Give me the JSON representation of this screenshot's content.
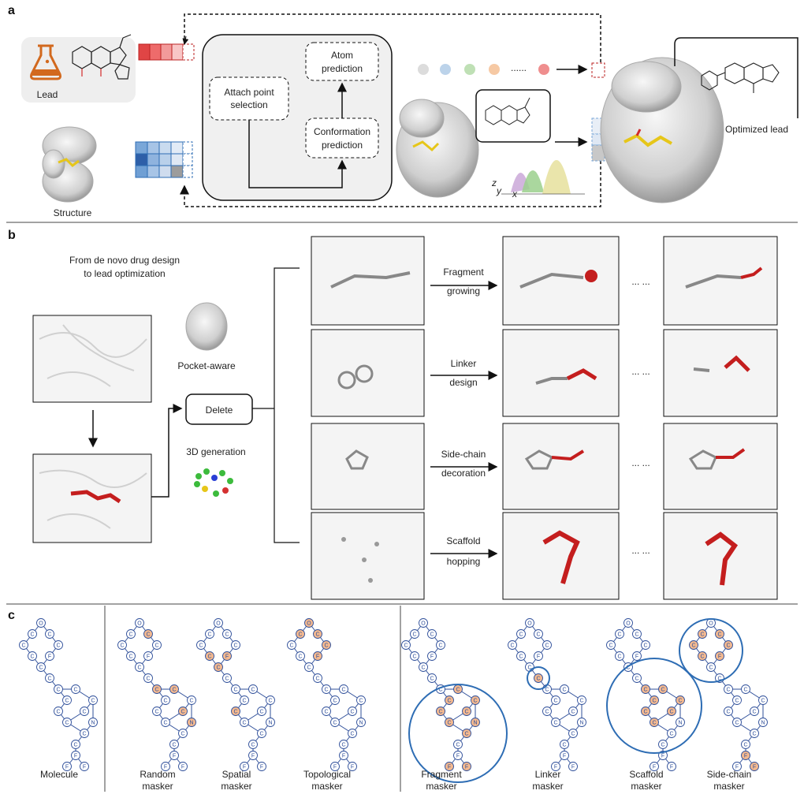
{
  "panels": {
    "a": "a",
    "b": "b",
    "c": "c"
  },
  "panel_a": {
    "lead_label": "Lead",
    "structure_label": "Structure",
    "optimized_label": "Optimized lead",
    "attach_label": "Attach point selection",
    "attach_line1": "Attach point",
    "attach_line2": "selection",
    "atom_line1": "Atom",
    "atom_line2": "prediction",
    "conf_line1": "Conformation",
    "conf_line2": "prediction",
    "dots": "......",
    "axis_z": "z",
    "axis_y": "y",
    "axis_x": "x",
    "token_colors": [
      "#dcdcdc",
      "#bcd3ea",
      "#bfe0b5",
      "#f6c9a4",
      "#ef8e8e"
    ],
    "red": "#d42a2a",
    "blue": "#2e6db4"
  },
  "panel_b": {
    "intro_line1": "From de novo drug design",
    "intro_line2": "to lead optimization",
    "pocket_label": "Pocket-aware",
    "delete_label": "Delete",
    "gen3d_label": "3D generation",
    "tasks": [
      {
        "line1": "Fragment",
        "line2": "growing"
      },
      {
        "line1": "Linker",
        "line2": "design"
      },
      {
        "line1": "Side-chain",
        "line2": "decoration"
      },
      {
        "line1": "Scaffold",
        "line2": "hopping"
      }
    ],
    "ellipsis": "... ..."
  },
  "panel_c": {
    "maskers": [
      {
        "line1": "Molecule",
        "line2": ""
      },
      {
        "line1": "Random",
        "line2": "masker"
      },
      {
        "line1": "Spatial",
        "line2": "masker"
      },
      {
        "line1": "Topological",
        "line2": "masker"
      },
      {
        "line1": "Fragment",
        "line2": "masker"
      },
      {
        "line1": "Linker",
        "line2": "masker"
      },
      {
        "line1": "Scaffold",
        "line2": "masker"
      },
      {
        "line1": "Side-chain",
        "line2": "masker"
      }
    ],
    "atom_C": "C",
    "atom_O": "O",
    "atom_F": "F",
    "atom_N": "N",
    "mask_color": "#f4b98f",
    "ring_color": "#2e6db4"
  }
}
